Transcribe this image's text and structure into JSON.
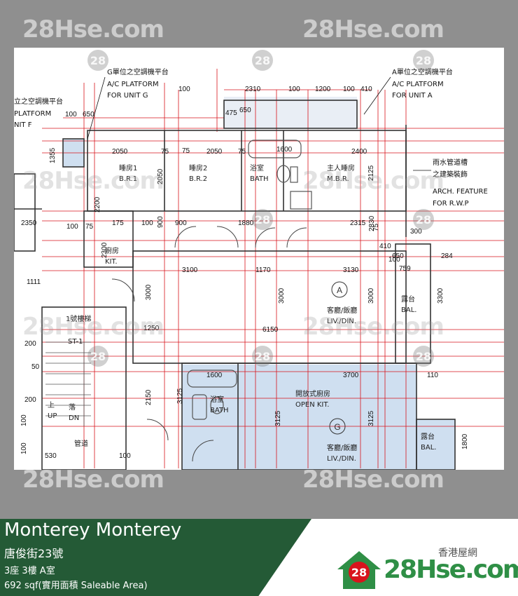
{
  "watermark": {
    "text": "28Hse.com",
    "badge": "28"
  },
  "plan": {
    "rooms": {
      "br1": {
        "cn": "睡房1",
        "en": "B.R.1"
      },
      "br2": {
        "cn": "睡房2",
        "en": "B.R.2"
      },
      "bath1": {
        "cn": "浴室",
        "en": "BATH"
      },
      "mbr": {
        "cn": "主人睡房",
        "en": "M.B.R."
      },
      "kit": {
        "cn": "廚房",
        "en": "KIT."
      },
      "liv_a": {
        "cn": "客廳/飯廳",
        "en": "LIV./DIN."
      },
      "bal_a": {
        "cn": "露台",
        "en": "BAL."
      },
      "stair": {
        "cn": "1號樓梯",
        "en": "ST-1"
      },
      "up": {
        "cn": "上",
        "en": "UP"
      },
      "dn": {
        "cn": "落",
        "en": "DN"
      },
      "duct": {
        "cn": "管道"
      },
      "bath2": {
        "cn": "浴室",
        "en": "BATH"
      },
      "open_kit": {
        "cn": "開放式廚房",
        "en": "OPEN KIT."
      },
      "liv_g": {
        "cn": "客廳/飯廳",
        "en": "LIV./DIN."
      },
      "bal_g": {
        "cn": "露台",
        "en": "BAL."
      }
    },
    "unit_a_marker": "A",
    "unit_g_marker": "G",
    "callouts": {
      "g_platform": {
        "cn": "G單位之空調機平台",
        "en1": "A/C PLATFORM",
        "en2": "FOR UNIT G"
      },
      "a_platform": {
        "cn": "A單位之空調機平台",
        "en1": "A/C PLATFORM",
        "en2": "FOR UNIT A"
      },
      "f_platform": {
        "cn": "立之空調機平台",
        "en1": "PLATFORM",
        "en2": "NIT F"
      },
      "rwp": {
        "cn1": "雨水管道槽",
        "cn2": "之建築裝飾",
        "en1": "ARCH. FEATURE",
        "en2": "FOR R.W.P"
      }
    },
    "dims": [
      "100",
      "2310",
      "100",
      "1200",
      "100",
      "410",
      "475",
      "650",
      "100",
      "650",
      "1600",
      "2050",
      "75",
      "2050",
      "75",
      "2400",
      "1355",
      "2050",
      "2125",
      "2200",
      "2350",
      "175",
      "100",
      "900",
      "1880",
      "2315",
      "2830",
      "900",
      "300",
      "2300",
      "3100",
      "1170",
      "3130",
      "650",
      "759",
      "284",
      "1111",
      "3000",
      "3000",
      "3000",
      "3300",
      "1250",
      "6150",
      "200",
      "200",
      "1600",
      "3700",
      "110",
      "2150",
      "3125",
      "3125",
      "1800",
      "100",
      "530",
      "100",
      "100",
      "75",
      "75",
      "100",
      "75",
      "410",
      "100",
      "50",
      "3125"
    ]
  },
  "info": {
    "name": "Monterey Monterey",
    "address": "唐俊街23號",
    "unit": "3座 3樓 A室",
    "area": "692 sqf(實用面積 Saleable Area)"
  },
  "logo": {
    "cn": "香港屋網",
    "badge": "28",
    "text": "28Hse.com"
  },
  "colors": {
    "blue_fill": "#cfdff0",
    "dim_red": "#d8141c",
    "band_green": "#245a36",
    "logo_green": "#2f8f46",
    "logo_red": "#d8141c"
  }
}
